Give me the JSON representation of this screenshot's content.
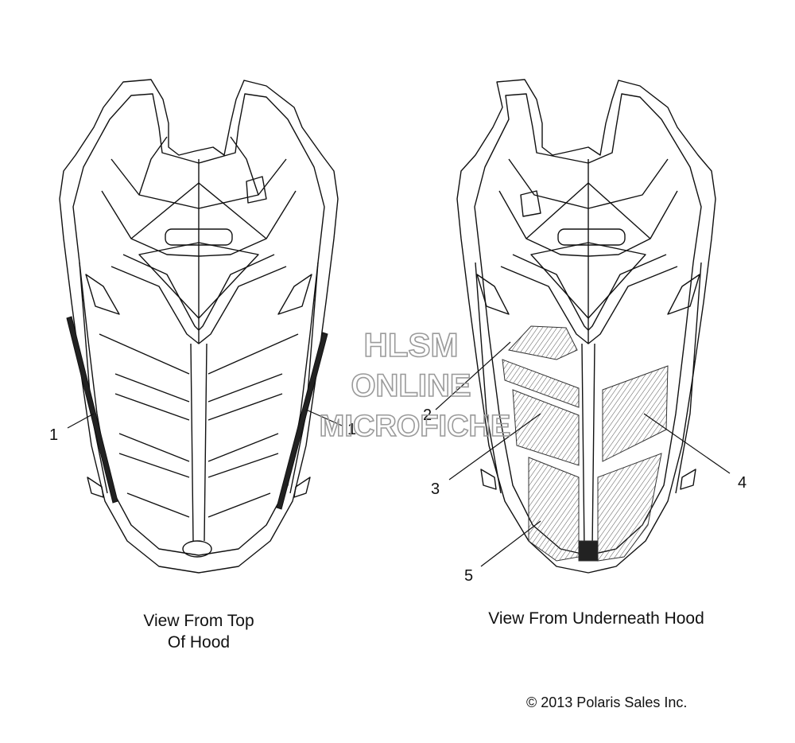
{
  "callouts": {
    "left_1": "1",
    "right_1": "1",
    "c2": "2",
    "c3": "3",
    "c4": "4",
    "c5": "5"
  },
  "captions": {
    "top_line1": "View From Top",
    "top_line2": "Of Hood",
    "underneath": "View From Underneath Hood"
  },
  "watermark": {
    "line1": "HLSM",
    "line2": "ONLINE",
    "line3": "MICROFICHE"
  },
  "copyright": "© 2013 Polaris Sales Inc."
}
